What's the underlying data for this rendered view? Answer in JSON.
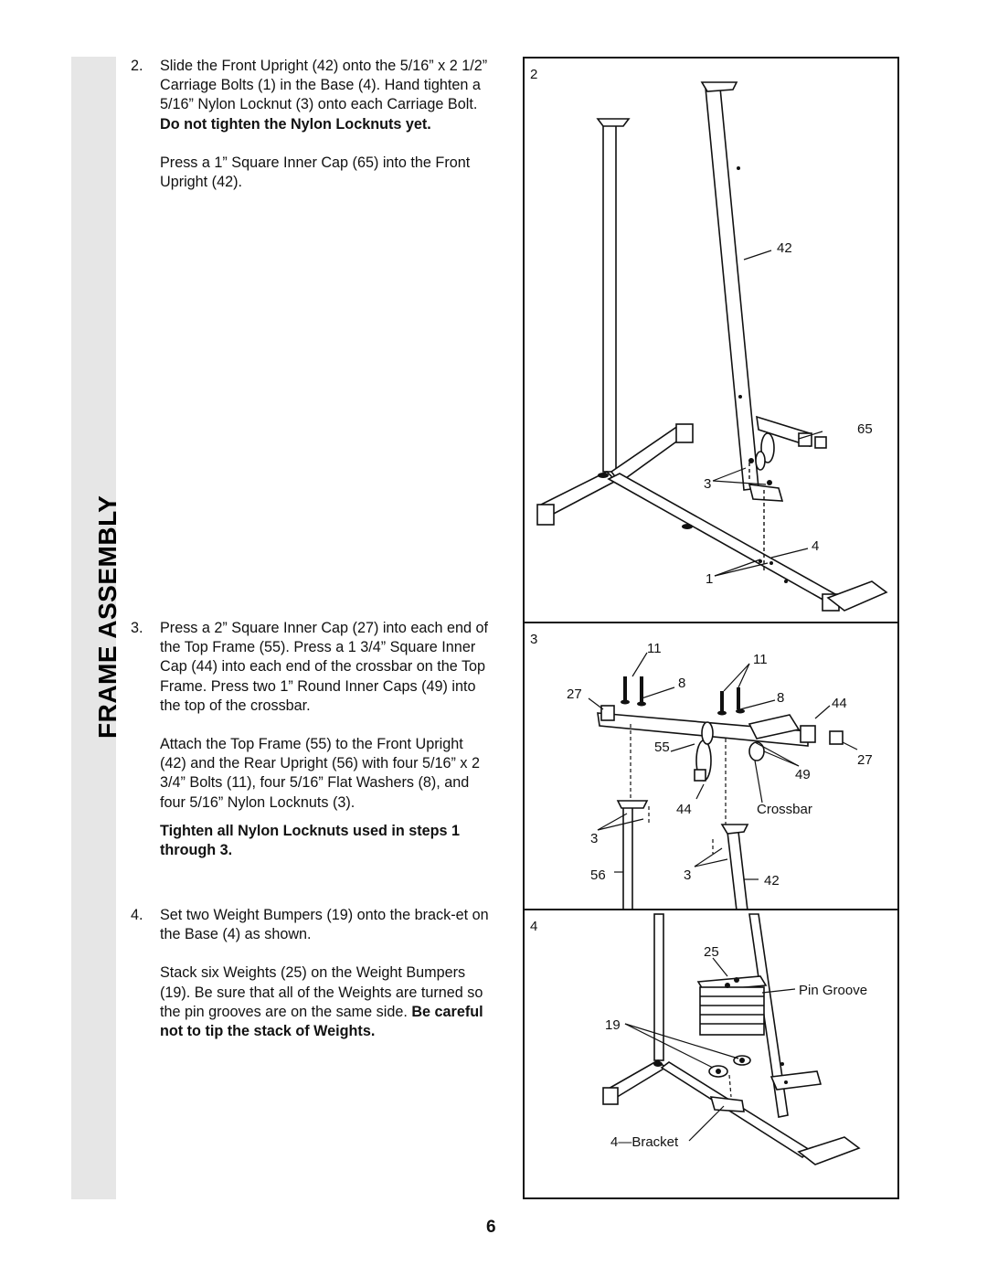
{
  "section_title": "FRAME ASSEMBLY",
  "page_number": "6",
  "steps": [
    {
      "number": "2.",
      "paragraphs": [
        {
          "text": "Slide the Front Upright (42) onto the 5/16” x 2 1/2” Carriage Bolts (1) in the Base (4). Hand tighten a 5/16” Nylon Locknut (3) onto each Carriage Bolt. ",
          "bold": "Do not tighten the Nylon Locknuts yet."
        },
        {
          "text": "Press a 1” Square Inner Cap (65) into the Front Upright (42).",
          "bold": ""
        }
      ]
    },
    {
      "number": "3.",
      "paragraphs": [
        {
          "text": "Press a 2” Square Inner Cap (27) into each end of the Top Frame (55). Press a 1 3/4” Square Inner Cap (44) into each end of the crossbar on the Top Frame. Press two 1” Round Inner Caps (49) into the top of the crossbar.",
          "bold": ""
        },
        {
          "text": "Attach the Top Frame (55) to the Front Upright (42) and the Rear Upright (56) with four 5/16” x 2 3/4” Bolts (11), four 5/16” Flat Washers (8), and four 5/16” Nylon Locknuts (3).",
          "bold": ""
        },
        {
          "text": "",
          "bold": "Tighten all Nylon Locknuts used in steps 1 through 3."
        }
      ]
    },
    {
      "number": "4.",
      "paragraphs": [
        {
          "text": "Set two Weight Bumpers (19) onto the brack-et on the Base (4) as shown.",
          "bold": ""
        },
        {
          "text": "Stack six Weights (25) on the Weight Bumpers (19). Be sure that all of the Weights are turned so the pin grooves are on the same side. ",
          "bold": "Be careful not to tip the stack of Weights."
        }
      ]
    }
  ],
  "figures": [
    {
      "step": "2",
      "callouts": [
        "42",
        "65",
        "3",
        "4",
        "1"
      ]
    },
    {
      "step": "3",
      "callouts": [
        "11",
        "11",
        "8",
        "8",
        "27",
        "44",
        "55",
        "27",
        "49",
        "44",
        "Crossbar",
        "3",
        "56",
        "3",
        "42"
      ]
    },
    {
      "step": "4",
      "callouts": [
        "25",
        "Pin Groove",
        "19",
        "4—Bracket"
      ]
    }
  ]
}
